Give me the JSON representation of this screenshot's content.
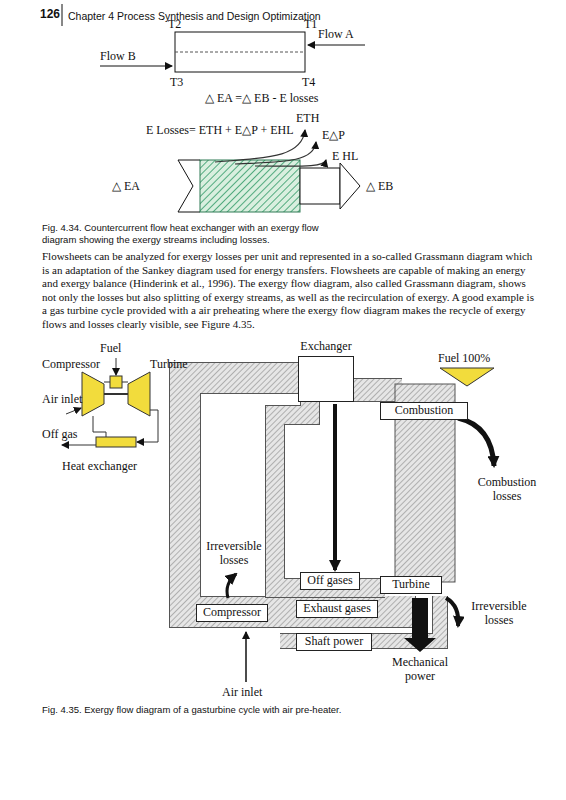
{
  "diagram": {
    "caption": "Fig. 4.35. Exergy flow diagram of a gasturbine cycle with air pre-heater.",
    "nodes": [
      {
        "text": [
          "Exchanger"
        ]
      },
      {
        "text": [
          "Combustion"
        ]
      },
      {
        "text": [
          "Off gases"
        ]
      },
      {
        "text": [
          "Turbine"
        ]
      },
      {
        "text": [
          "Compressor"
        ]
      },
      {
        "text": [
          "Exhaust gases"
        ]
      },
      {
        "text": [
          "Shaft power"
        ]
      }
    ],
    "labels": [
      "126",
      "Chapter 4 Process Synthesis and Design Optimization",
      "T2",
      "T1",
      "Flow A",
      "Flow B",
      "T3",
      "T4",
      "△ EA =△ EB - E losses",
      "ETH",
      "E Losses= ETH + E△P + EHL",
      "E△P",
      "E HL",
      "△ EA",
      "△ EB",
      "Fig. 4.34. Countercurrent flow heat exchanger with an exergy flow diagram showing the exergy streams including losses.",
      "Flowsheets can be analyzed for exergy losses per unit and represented in a so-called Grassmann diagram which is an adaptation of the Sankey diagram used for energy transfers. Flowsheets are capable of making an energy and exergy balance (Hinderink et al., 1996). The exergy flow diagram, also called Grassmann diagram, shows not only the losses but also splitting of exergy streams, as well as the recirculation of exergy. A good example is a gas turbine cycle provided with a air preheating where the exergy flow diagram makes the recycle of exergy flows and losses clearly visible, see Figure 4.35.",
      "Fuel",
      "Compressor",
      "Turbine",
      "Air inlet",
      "Off gas",
      "Heat exchanger",
      "Fuel 100%",
      "Irreversible losses",
      "Combustion losses",
      "Irreversible losses",
      "Air inlet",
      "Mechanical power"
    ]
  }
}
